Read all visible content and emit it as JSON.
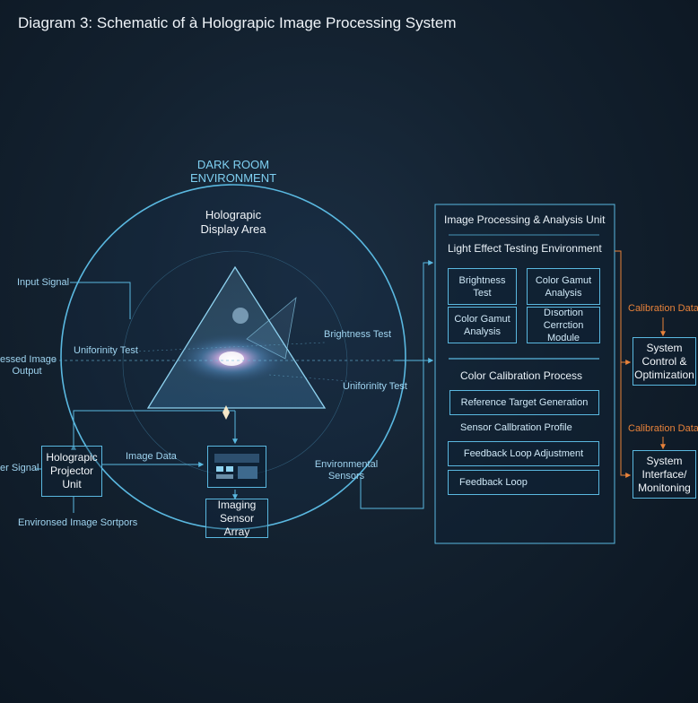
{
  "title": "Diagram 3: Schematic of à Holograpic Image Processing System",
  "left": {
    "dark_room": [
      "DARK ROOM",
      "ENVIRONMENT"
    ],
    "display_area": [
      "Holograpic",
      "Display Area"
    ],
    "input_signal": "Input Signal",
    "processed_output": [
      "essed Image",
      "Output"
    ],
    "uniformity_test_left": "Uniforinity Test",
    "brightness_test": "Brightness Test",
    "uniformity_test_right": "Uniforinity Test",
    "power_signal": "er Signal",
    "projector": [
      "Holograpic",
      "Projector",
      "Unit"
    ],
    "image_data": "Image Data",
    "imaging_sensor": [
      "Imaging",
      "Sensor Array"
    ],
    "environmental_sensors": [
      "Environmental",
      "Sensors"
    ],
    "environsed": "Environsed Image Sortpors"
  },
  "unit": {
    "title": "Image Processing & Analysis Unit",
    "light_env": "Light Effect Testing Environment",
    "grid": [
      [
        "Brightness",
        "Test"
      ],
      [
        "Color Gamut",
        "Analysis"
      ],
      [
        "Color Gamut",
        "Analysis"
      ],
      [
        "Dısortion Cerrction",
        "Module"
      ]
    ],
    "color_cal": "Color Calibration Process",
    "ref_target": "Reference Target Generation",
    "sensor_cal": "Sensor Callbration Profile",
    "feedback_adj": "Feedback Loop Adjustment",
    "feedback": "Feedback Loop"
  },
  "right": {
    "cal_data_1": "Calibration Data",
    "control": [
      "System",
      "Control &",
      "Optimization"
    ],
    "cal_data_2": "Calibration Data",
    "interface": [
      "System",
      "Interface/",
      "Monitoning"
    ]
  },
  "colors": {
    "line": "#5ab8e0",
    "orange": "#e8823a",
    "background": "#13212f"
  }
}
